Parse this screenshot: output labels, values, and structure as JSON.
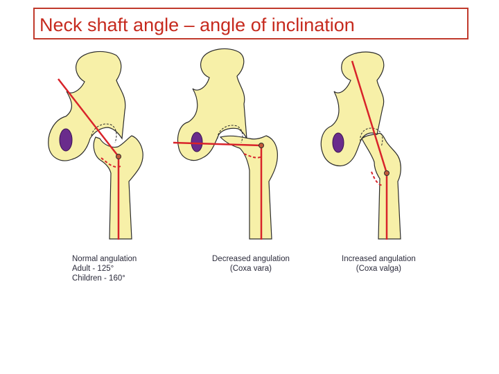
{
  "title": "Neck shaft angle – angle of inclination",
  "panels": [
    {
      "lines": [
        "Normal angulation",
        "Adult - 125°",
        "Children - 160°"
      ]
    },
    {
      "lines": [
        "Decreased angulation",
        "(Coxa vara)"
      ]
    },
    {
      "lines": [
        "Increased angulation",
        "(Coxa valga)"
      ]
    }
  ],
  "colors": {
    "bone": "#f7f0a8",
    "outline": "#2b2b2b",
    "axis_line": "#d8232a",
    "obturator": "#6a2c8c",
    "title_border": "#c0392b",
    "title_text": "#c62a1e"
  }
}
